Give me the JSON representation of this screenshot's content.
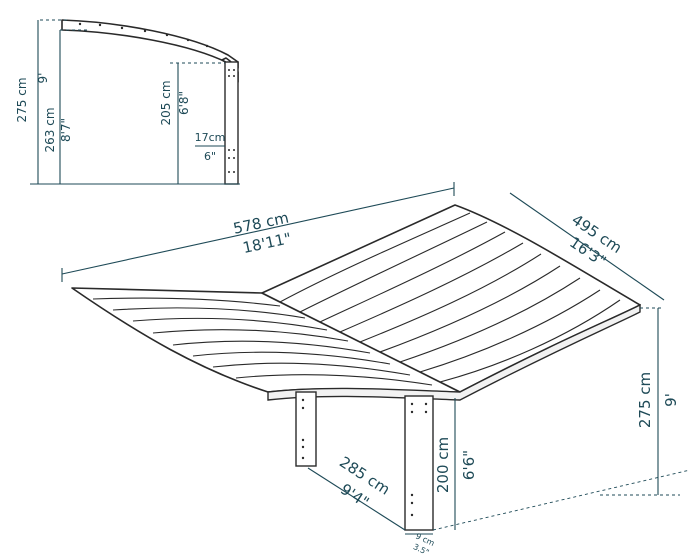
{
  "side_view": {
    "total_height_cm": "275 cm",
    "total_height_ft": "9'",
    "inner_height_cm": "263 cm",
    "inner_height_ft": "8'7\"",
    "clearance_cm": "205 cm",
    "clearance_ft": "6'8\"",
    "post_depth_cm": "17cm",
    "post_depth_ft": "6\""
  },
  "main_view": {
    "length_cm": "578 cm",
    "length_ft": "18'11\"",
    "width_cm": "495 cm",
    "width_ft": "16'3\"",
    "height_cm": "275 cm",
    "height_ft": "9'",
    "post_height_cm": "200 cm",
    "post_height_ft": "6'6\"",
    "post_spacing_cm": "285 cm",
    "post_spacing_ft": "9'4\"",
    "post_width_cm": "9 cm",
    "post_width_ft": "3.5\""
  }
}
